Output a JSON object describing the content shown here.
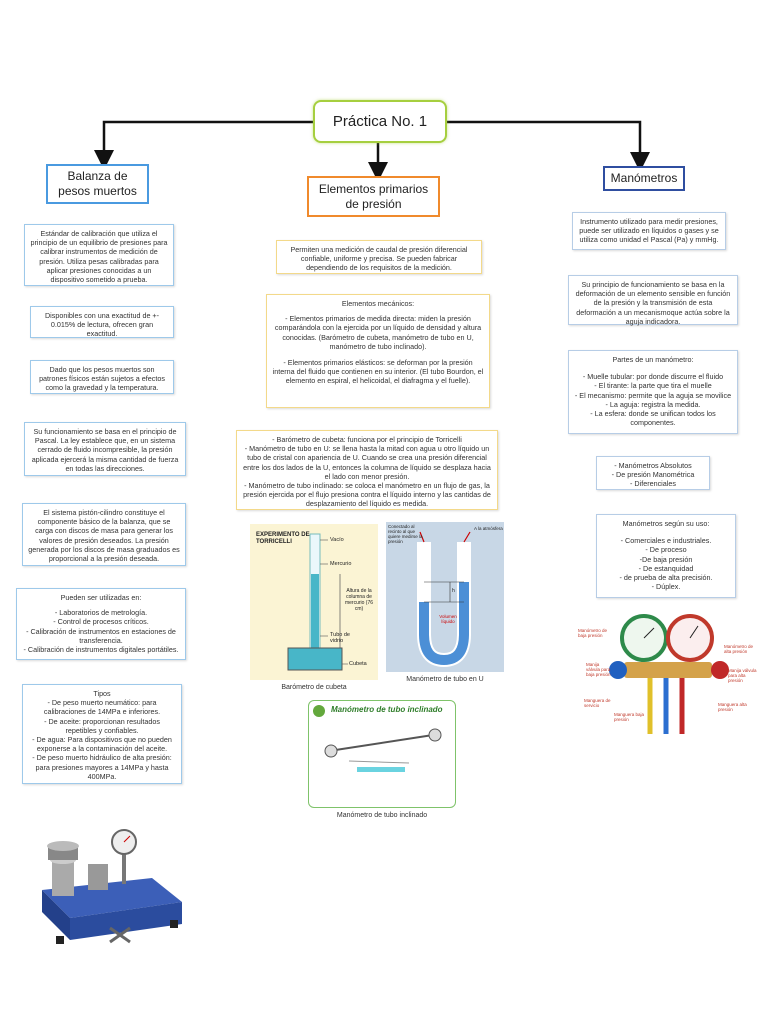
{
  "title": "Práctica No. 1",
  "branches": {
    "left": "Balanza de pesos muertos",
    "center": "Elementos primarios de presión",
    "right": "Manómetros"
  },
  "left_notes": [
    "Estándar de calibración que utiliza el principio de un equilibrio de presiones para calibrar instrumentos de medición de presión. Utiliza pesas calibradas para aplicar presiones conocidas a un dispositivo sometido a prueba.",
    "Disponibles con una exactitud de +- 0.015% de lectura, ofrecen gran exactitud.",
    "Dado que los pesos muertos son patrones físicos están sujetos a efectos como la gravedad y la temperatura.",
    "Su funcionamiento se basa en el principio de Pascal. La ley establece que, en un sistema cerrado de fluido incompresible, la presión aplicada ejercerá la misma cantidad de fuerza en todas las direcciones.",
    "El sistema pistón-cilindro constituye el componente básico de la balanza, que se carga con discos de masa para generar los valores de presión deseados. La presión generada por los discos de masa graduados es proporcional a la presión deseada."
  ],
  "left_uses": {
    "heading": "Pueden ser utilizadas en:",
    "items": [
      "- Laboratorios de metrología.",
      "- Control de procesos críticos.",
      "- Calibración de instrumentos en estaciones de transferencia.",
      "- Calibración de instrumentos digitales portátiles."
    ]
  },
  "left_types": {
    "heading": "Tipos",
    "items": [
      "- De peso muerto neumático: para calibraciones de 14MPa e inferiores.",
      "- De aceite: proporcionan resultados repetibles y confiables.",
      "- De agua: Para dispositivos que no pueden exponerse a la contaminación del aceite.",
      "- De peso muerto hidráulico de alta presión: para presiones mayores a 14MPa y hasta 400MPa."
    ]
  },
  "center_notes": {
    "intro": "Permiten una medición de caudal de presión diferencial confiable, uniforme y precisa. Se pueden fabricar dependiendo de los requisitos de la medición.",
    "mech_heading": "Elementos mecánicos:",
    "mech_direct": "- Elementos primarios de medida directa: miden la presión comparándola con la ejercida por un líquido de densidad y altura conocidas. (Barómetro de cubeta, manómetro de tubo en U, manómetro de tubo inclinado).",
    "mech_elastic": "- Elementos primarios elásticos: se deforman por la presión interna del fluido que contienen en su interior. (El tubo Bourdon, el elemento en espiral, el helicoidal, el diafragma y el fuelle).",
    "detail": [
      "- Barómetro de cubeta: funciona por el principio de Torricelli",
      "- Manómetro de tubo en U: se llena hasta la mitad con agua u otro líquido un tubo de cristal con apariencia de U. Cuando se crea una presión diferencial entre los dos lados de la U, entonces la columna de líquido se desplaza hacia el lado con menor presión.",
      "- Manómetro de tubo inclinado: se coloca el manómetro en un flujo de gas, la presión ejercida por el flujo presiona contra el líquido interno y las cantidas de desplazamiento del líquido es medida."
    ]
  },
  "figures": {
    "torricelli": {
      "header": "EXPERIMENTO DE TORRICELLI",
      "labels": [
        "Vacío",
        "Mercurio",
        "Altura de la columna de mercurio (76 cm)",
        "Tubo de vidrio",
        "Cubeta"
      ],
      "caption": "Barómetro de cubeta"
    },
    "u_tube": {
      "labels": [
        "Conectado al recinto al que quiere medirse la presión",
        "A la atmósfera",
        "Volumen líquido",
        "h"
      ],
      "caption": "Manómetro de tubo en U"
    },
    "inclined": {
      "header": "Manómetro de tubo inclinado",
      "caption": "Manómetro de tubo inclinado"
    }
  },
  "right_notes": [
    "Instrumento utilizado para medir presiones, puede ser utilizado en líquidos o gases y se utiliza como unidad el Pascal (Pa) y mmHg.",
    "Su principio de funcionamiento se basa en la deformación de un elemento sensible en función de la presión y la transmisión de esta deformación a un mecanismoque actúa sobre la aguja indicadora."
  ],
  "right_parts": {
    "heading": "Partes de un manómetro:",
    "items": [
      "- Muelle tubular: por donde discurre el fluido",
      "- El tirante: la parte que tira el muelle",
      "- El mecanismo: permite que la aguja se movilice",
      "- La aguja: registra la medida.",
      "- La esfera: donde se unifican todos los componentes."
    ]
  },
  "right_kinds": [
    "- Manómetros Absolutos",
    "- De presión Manométrica",
    "- Diferenciales"
  ],
  "right_uses": {
    "heading": "Manómetros según su uso:",
    "items": [
      "- Comerciales e industriales.",
      "- De proceso",
      "-De baja presión",
      "- De estanquidad",
      "- de prueba de alta precisión.",
      "- Dúplex."
    ]
  },
  "manifold_labels": [
    "Manómetro de baja presión",
    "Manómetro de alta presión",
    "Manija válvula para baja presión",
    "Manija válvula para alta presión",
    "Manguera de servicio",
    "Manguera baja presión",
    "Manguera alta presión"
  ],
  "colors": {
    "title_border": "#a6cf3f",
    "left_border": "#4a9ae0",
    "center_border": "#f08a2c",
    "right_border": "#2f4ea0"
  }
}
